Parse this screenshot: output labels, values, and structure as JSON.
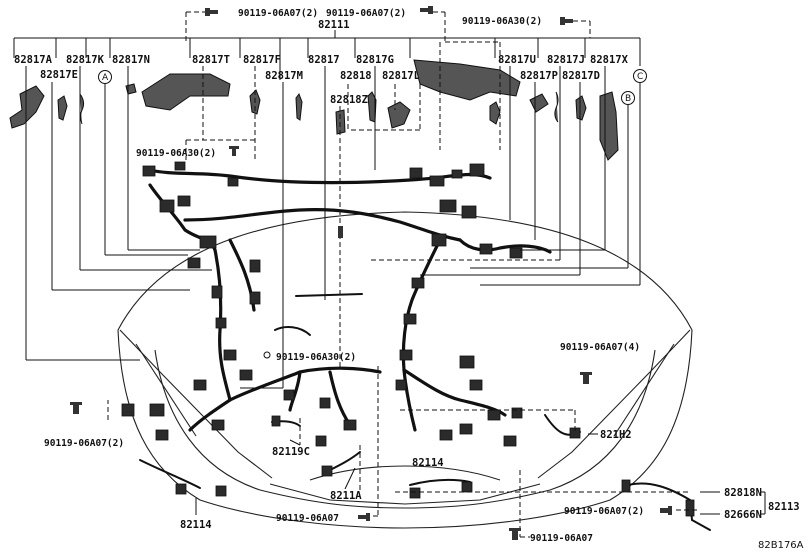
{
  "diagram_code": "82B176A",
  "bolt_labels": {
    "b_top_left": "90119-06A07(2)",
    "b_top_mid": "90119-06A07(2)",
    "b_top_right": "90119-06A30(2)",
    "b_left_mid": "90119-06A30(2)",
    "b_center": "90119-06A30(2)",
    "b_left_bottom": "90119-06A07(2)",
    "b_right_4": "90119-06A07(4)",
    "b_bottom_center": "90119-06A07",
    "b_bottom_right1": "90119-06A07(2)",
    "b_bottom_right2": "90119-06A07"
  },
  "part_labels": {
    "p82111": "82111",
    "p82817A": "82817A",
    "p82817E": "82817E",
    "p82817K": "82817K",
    "p82817N": "82817N",
    "p82817T": "82817T",
    "p82817F": "82817F",
    "p82817M": "82817M",
    "p82817": "82817",
    "p82817G": "82817G",
    "p82818": "82818",
    "p82818Z": "82818Z",
    "p82817L": "82817L",
    "p82817U": "82817U",
    "p82817J": "82817J",
    "p82817X": "82817X",
    "p82817P": "82817P",
    "p82817D": "82817D",
    "p82119C": "82119C",
    "p8211A": "8211A",
    "p82114_left": "82114",
    "p82114_mid": "82114",
    "p821H2": "821H2",
    "p82818N": "82818N",
    "p82666N": "82666N",
    "p82113": "82113"
  },
  "circle_refs": {
    "A": "A",
    "B": "B",
    "C": "C"
  }
}
